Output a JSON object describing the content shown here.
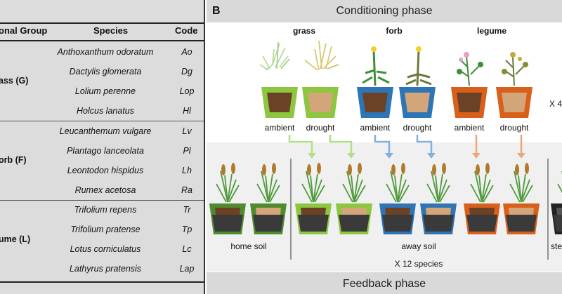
{
  "table": {
    "col_group": "onal Group",
    "col_species": "Species",
    "col_code": "Code",
    "groups": [
      {
        "label": "ass (G)",
        "rows": [
          {
            "species": "Anthoxanthum odoratum",
            "code": "Ao"
          },
          {
            "species": "Dactylis glomerata",
            "code": "Dg"
          },
          {
            "species": "Lolium perenne",
            "code": "Lop"
          },
          {
            "species": "Holcus lanatus",
            "code": "Hl"
          }
        ]
      },
      {
        "label": "orb (F)",
        "rows": [
          {
            "species": "Leucanthemum vulgare",
            "code": "Lv"
          },
          {
            "species": "Plantago lanceolata",
            "code": "Pl"
          },
          {
            "species": "Leontodon hispidus",
            "code": "Lh"
          },
          {
            "species": "Rumex acetosa",
            "code": "Ra"
          }
        ]
      },
      {
        "label": "ume (L)",
        "rows": [
          {
            "species": "Trifolium repens",
            "code": "Tr"
          },
          {
            "species": "Trifolium pratense",
            "code": "Tp"
          },
          {
            "species": "Lotus corniculatus",
            "code": "Lc"
          },
          {
            "species": "Lathyrus pratensis",
            "code": "Lap"
          }
        ]
      }
    ]
  },
  "panel_b": {
    "label": "B",
    "conditioning_title": "Conditioning phase",
    "feedback_title": "Feedback phase",
    "group_labels": [
      "grass",
      "forb",
      "legume"
    ],
    "treatment_labels": [
      "ambient",
      "drought",
      "ambient",
      "drought",
      "ambient",
      "drought"
    ],
    "replicate_label": "X 4",
    "home_soil_label": "home soil",
    "away_soil_label": "away soil",
    "sterile_label": "ste",
    "species_count_label": "X 12 species"
  },
  "colors": {
    "grass": "#8dc63f",
    "forb": "#2e75b6",
    "legume": "#d9601a",
    "home": "#4e8a2e",
    "soil_ambient": "#6b4226",
    "soil_drought": "#d2a679",
    "grass_arrow": "#b5df84",
    "forb_arrow": "#7fb2de",
    "legume_arrow": "#eea57c"
  }
}
